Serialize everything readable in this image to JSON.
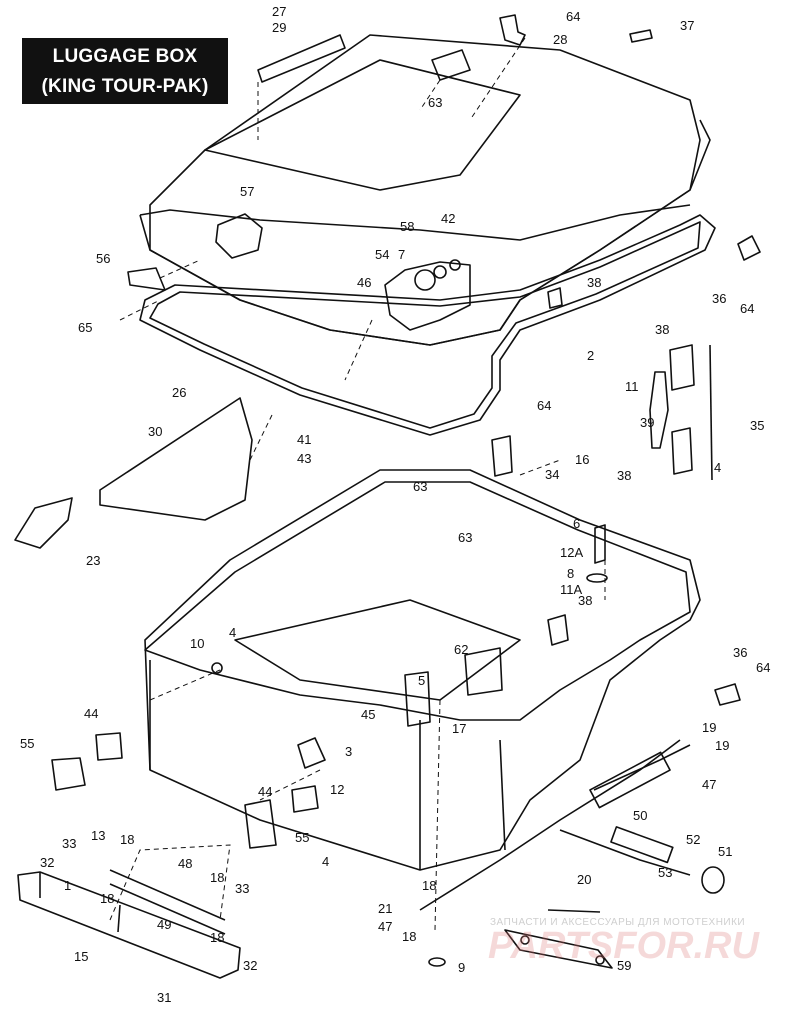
{
  "title": {
    "line1": "LUGGAGE BOX",
    "line2": "(KING TOUR-PAK)"
  },
  "watermark": {
    "line1": "ЗАПЧАСТИ И АКСЕССУАРЫ ДЛЯ МОТОТЕХНИКИ",
    "line2": "PARTSFOR.RU"
  },
  "callouts": [
    "1",
    "2",
    "3",
    "4",
    "5",
    "6",
    "7",
    "8",
    "9",
    "10",
    "11",
    "11A",
    "12",
    "12A",
    "13",
    "15",
    "16",
    "17",
    "18",
    "19",
    "20",
    "21",
    "23",
    "26",
    "27",
    "28",
    "29",
    "30",
    "31",
    "32",
    "33",
    "34",
    "35",
    "36",
    "37",
    "38",
    "39",
    "41",
    "42",
    "43",
    "44",
    "45",
    "46",
    "47",
    "48",
    "49",
    "50",
    "51",
    "52",
    "53",
    "54",
    "55",
    "56",
    "57",
    "58",
    "59",
    "62",
    "63",
    "64",
    "65"
  ]
}
